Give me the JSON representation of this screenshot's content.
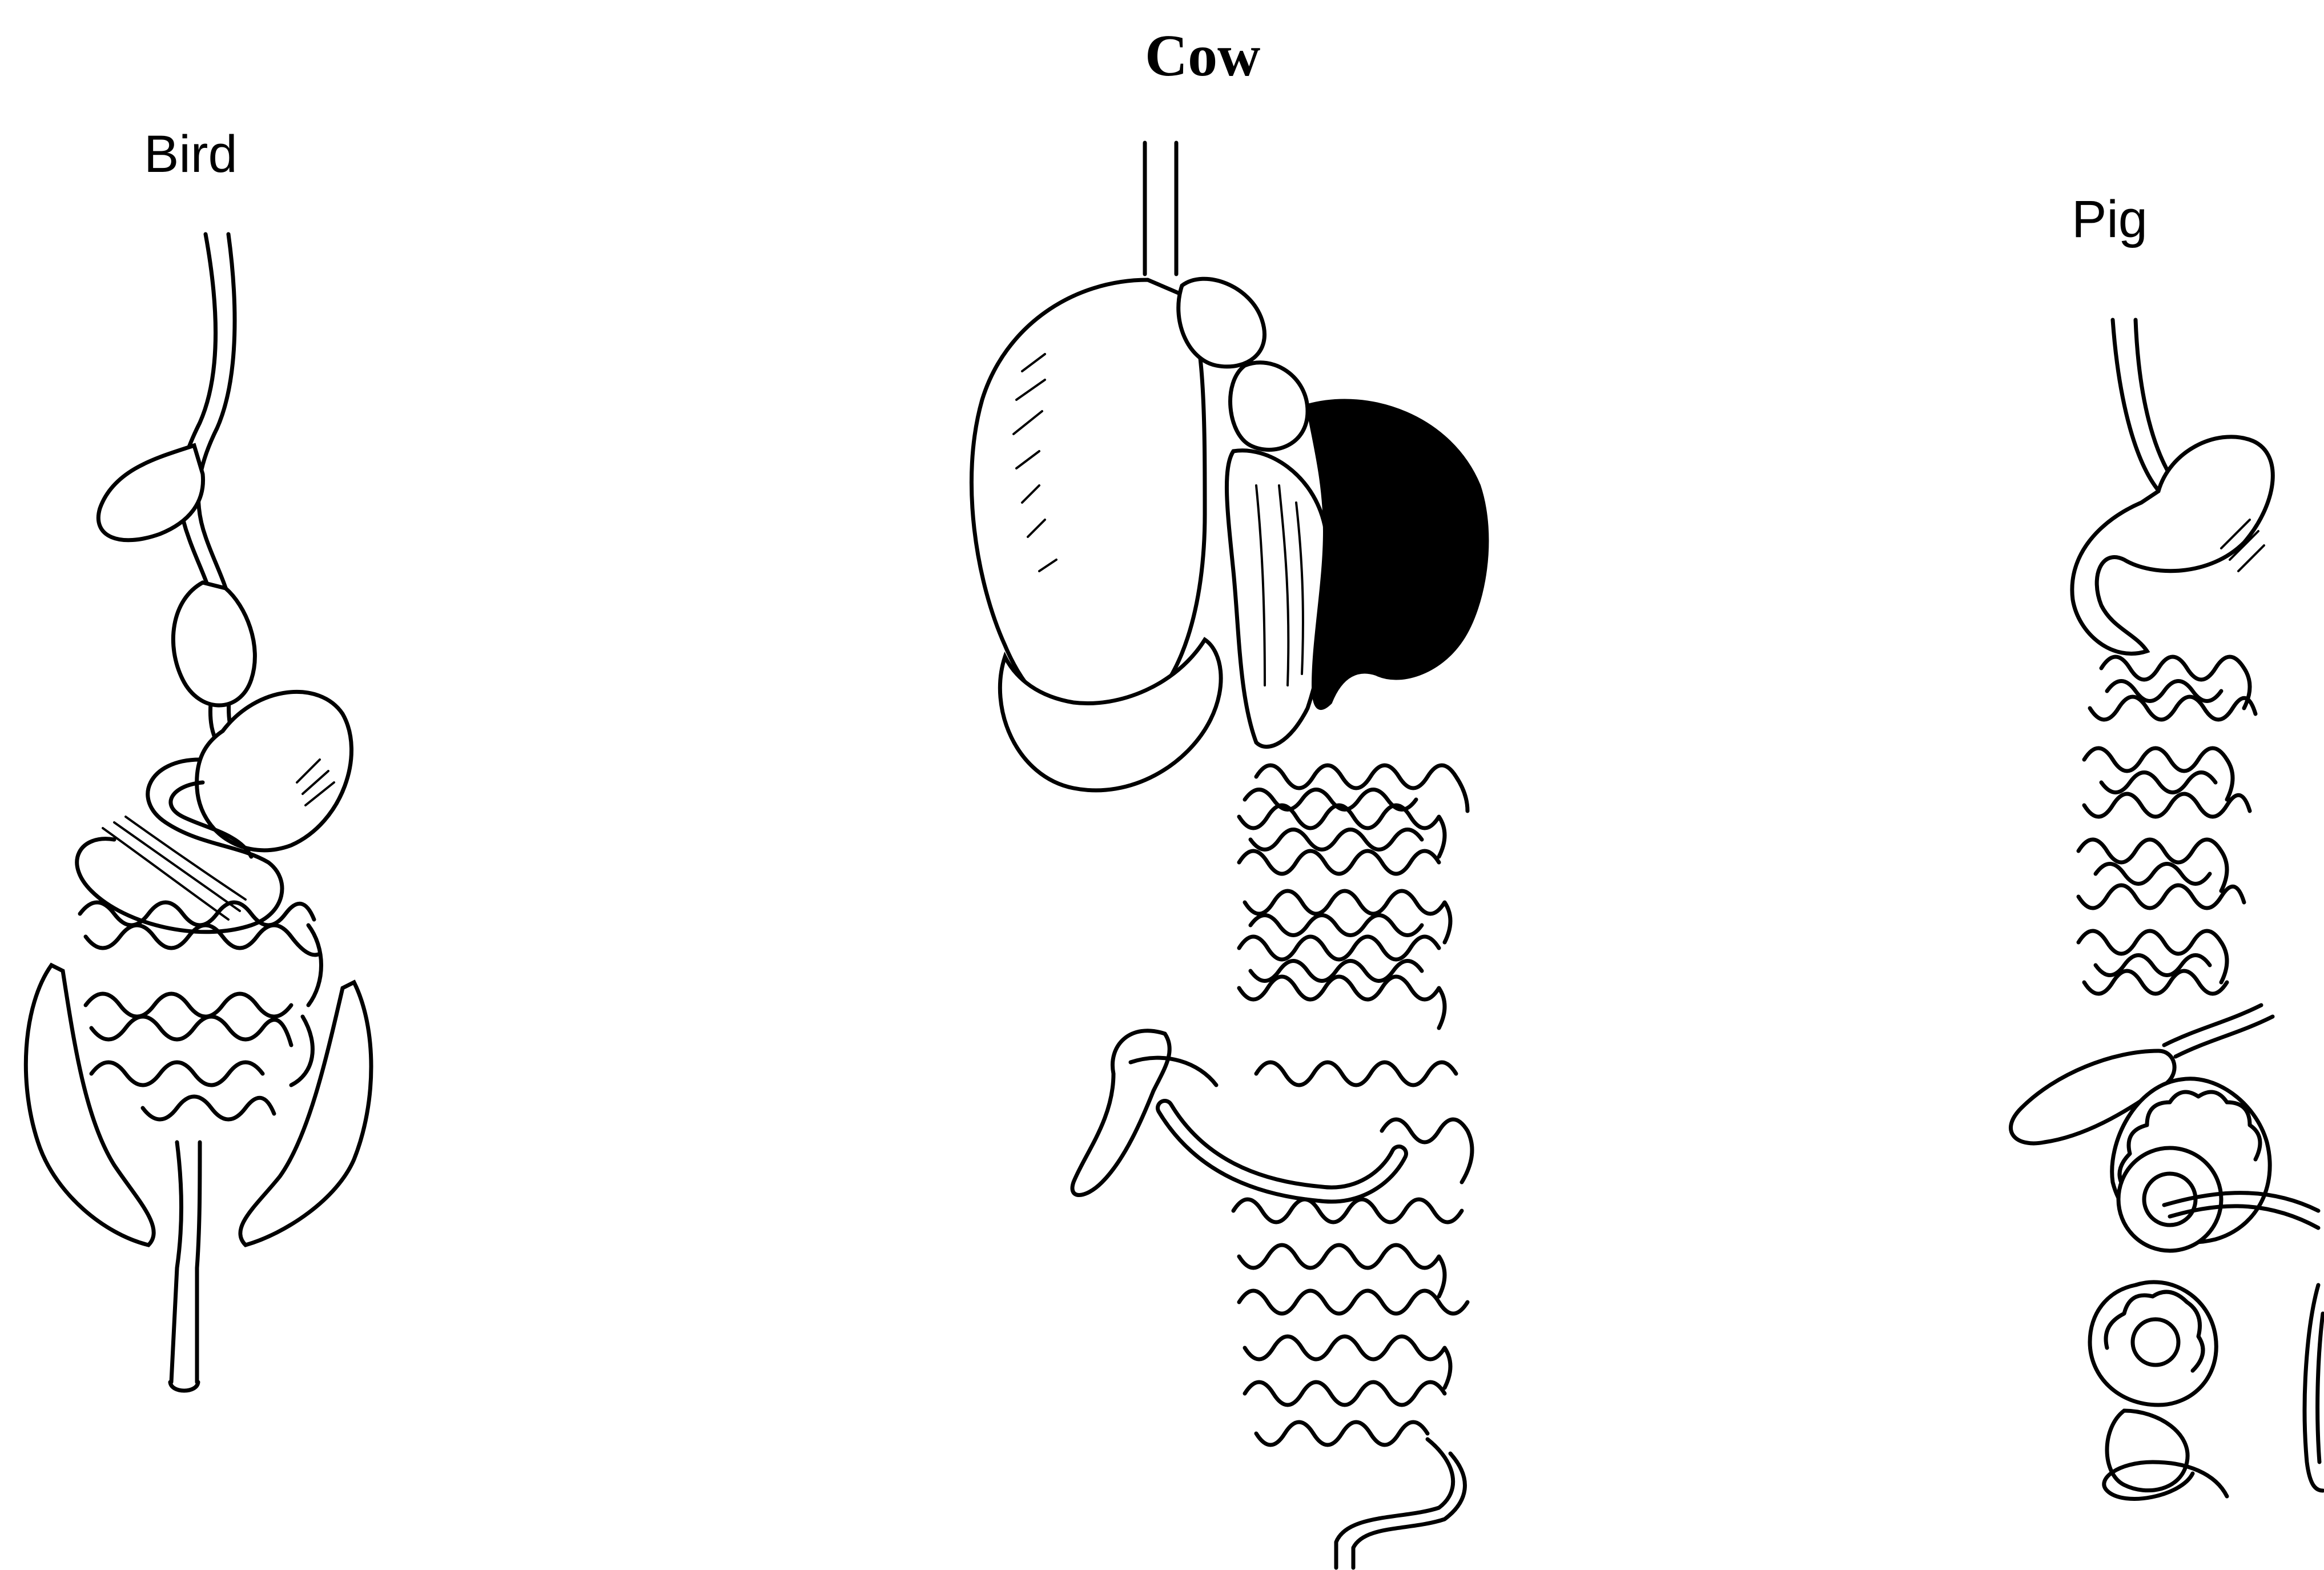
{
  "labels": {
    "bird": "Bird",
    "cow": "Cow",
    "pig": "Pig"
  },
  "colors": {
    "ink": "#000000",
    "background": "#ffffff"
  }
}
